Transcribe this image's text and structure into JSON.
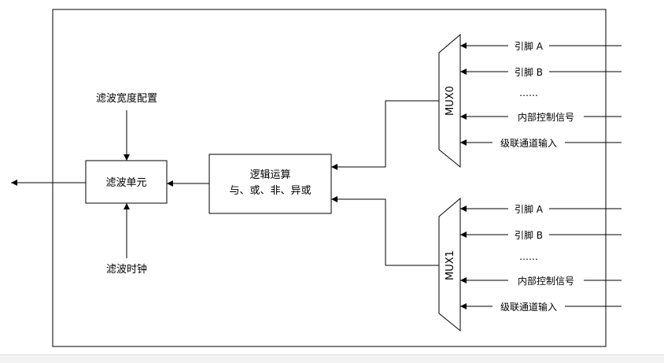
{
  "diagram": {
    "filter_width_config": "滤波宽度配置",
    "filter_unit": "滤波单元",
    "filter_clock": "滤波时钟",
    "logic_title": "逻辑运算",
    "logic_ops": "与、或、非、异或",
    "mux0": {
      "label": "MUX0",
      "inputs": [
        "引脚 A",
        "引脚 B",
        "……",
        "内部控制信号",
        "级联通道输入"
      ]
    },
    "mux1": {
      "label": "MUX1",
      "inputs": [
        "引脚 A",
        "引脚 B",
        "……",
        "内部控制信号",
        "级联通道输入"
      ]
    }
  }
}
